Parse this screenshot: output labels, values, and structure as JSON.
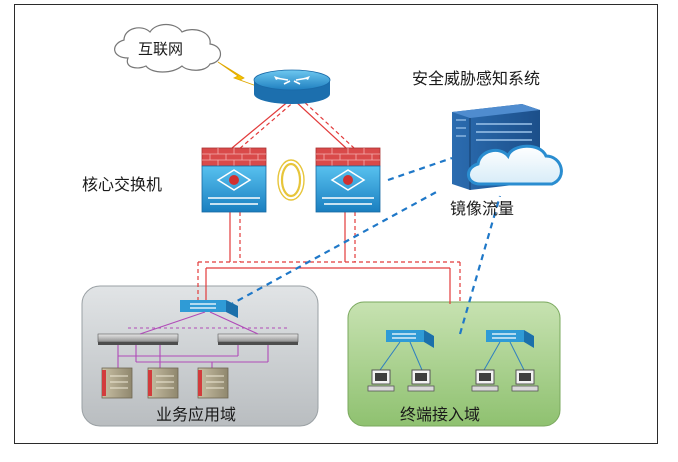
{
  "labels": {
    "internet": "互联网",
    "core_switch": "核心交换机",
    "security_system": "安全威胁感知系统",
    "mirror_traffic": "镜像流量",
    "business_zone": "业务应用域",
    "terminal_zone": "终端接入域"
  },
  "colors": {
    "red_link": "#e23b3b",
    "blue_dashed": "#1f78c8",
    "purple_link": "#b04bb8",
    "zone_gray": "#cfd3d6",
    "zone_green": "#a9d18e",
    "firewall_red": "#d94a4a",
    "switch_blue": "#2f9bd6"
  },
  "icons": [
    "cloud-icon",
    "router-icon",
    "firewall-switch-icon",
    "server-cloud-icon",
    "switch-icon",
    "server-rack-icon",
    "pc-terminal-icon"
  ]
}
